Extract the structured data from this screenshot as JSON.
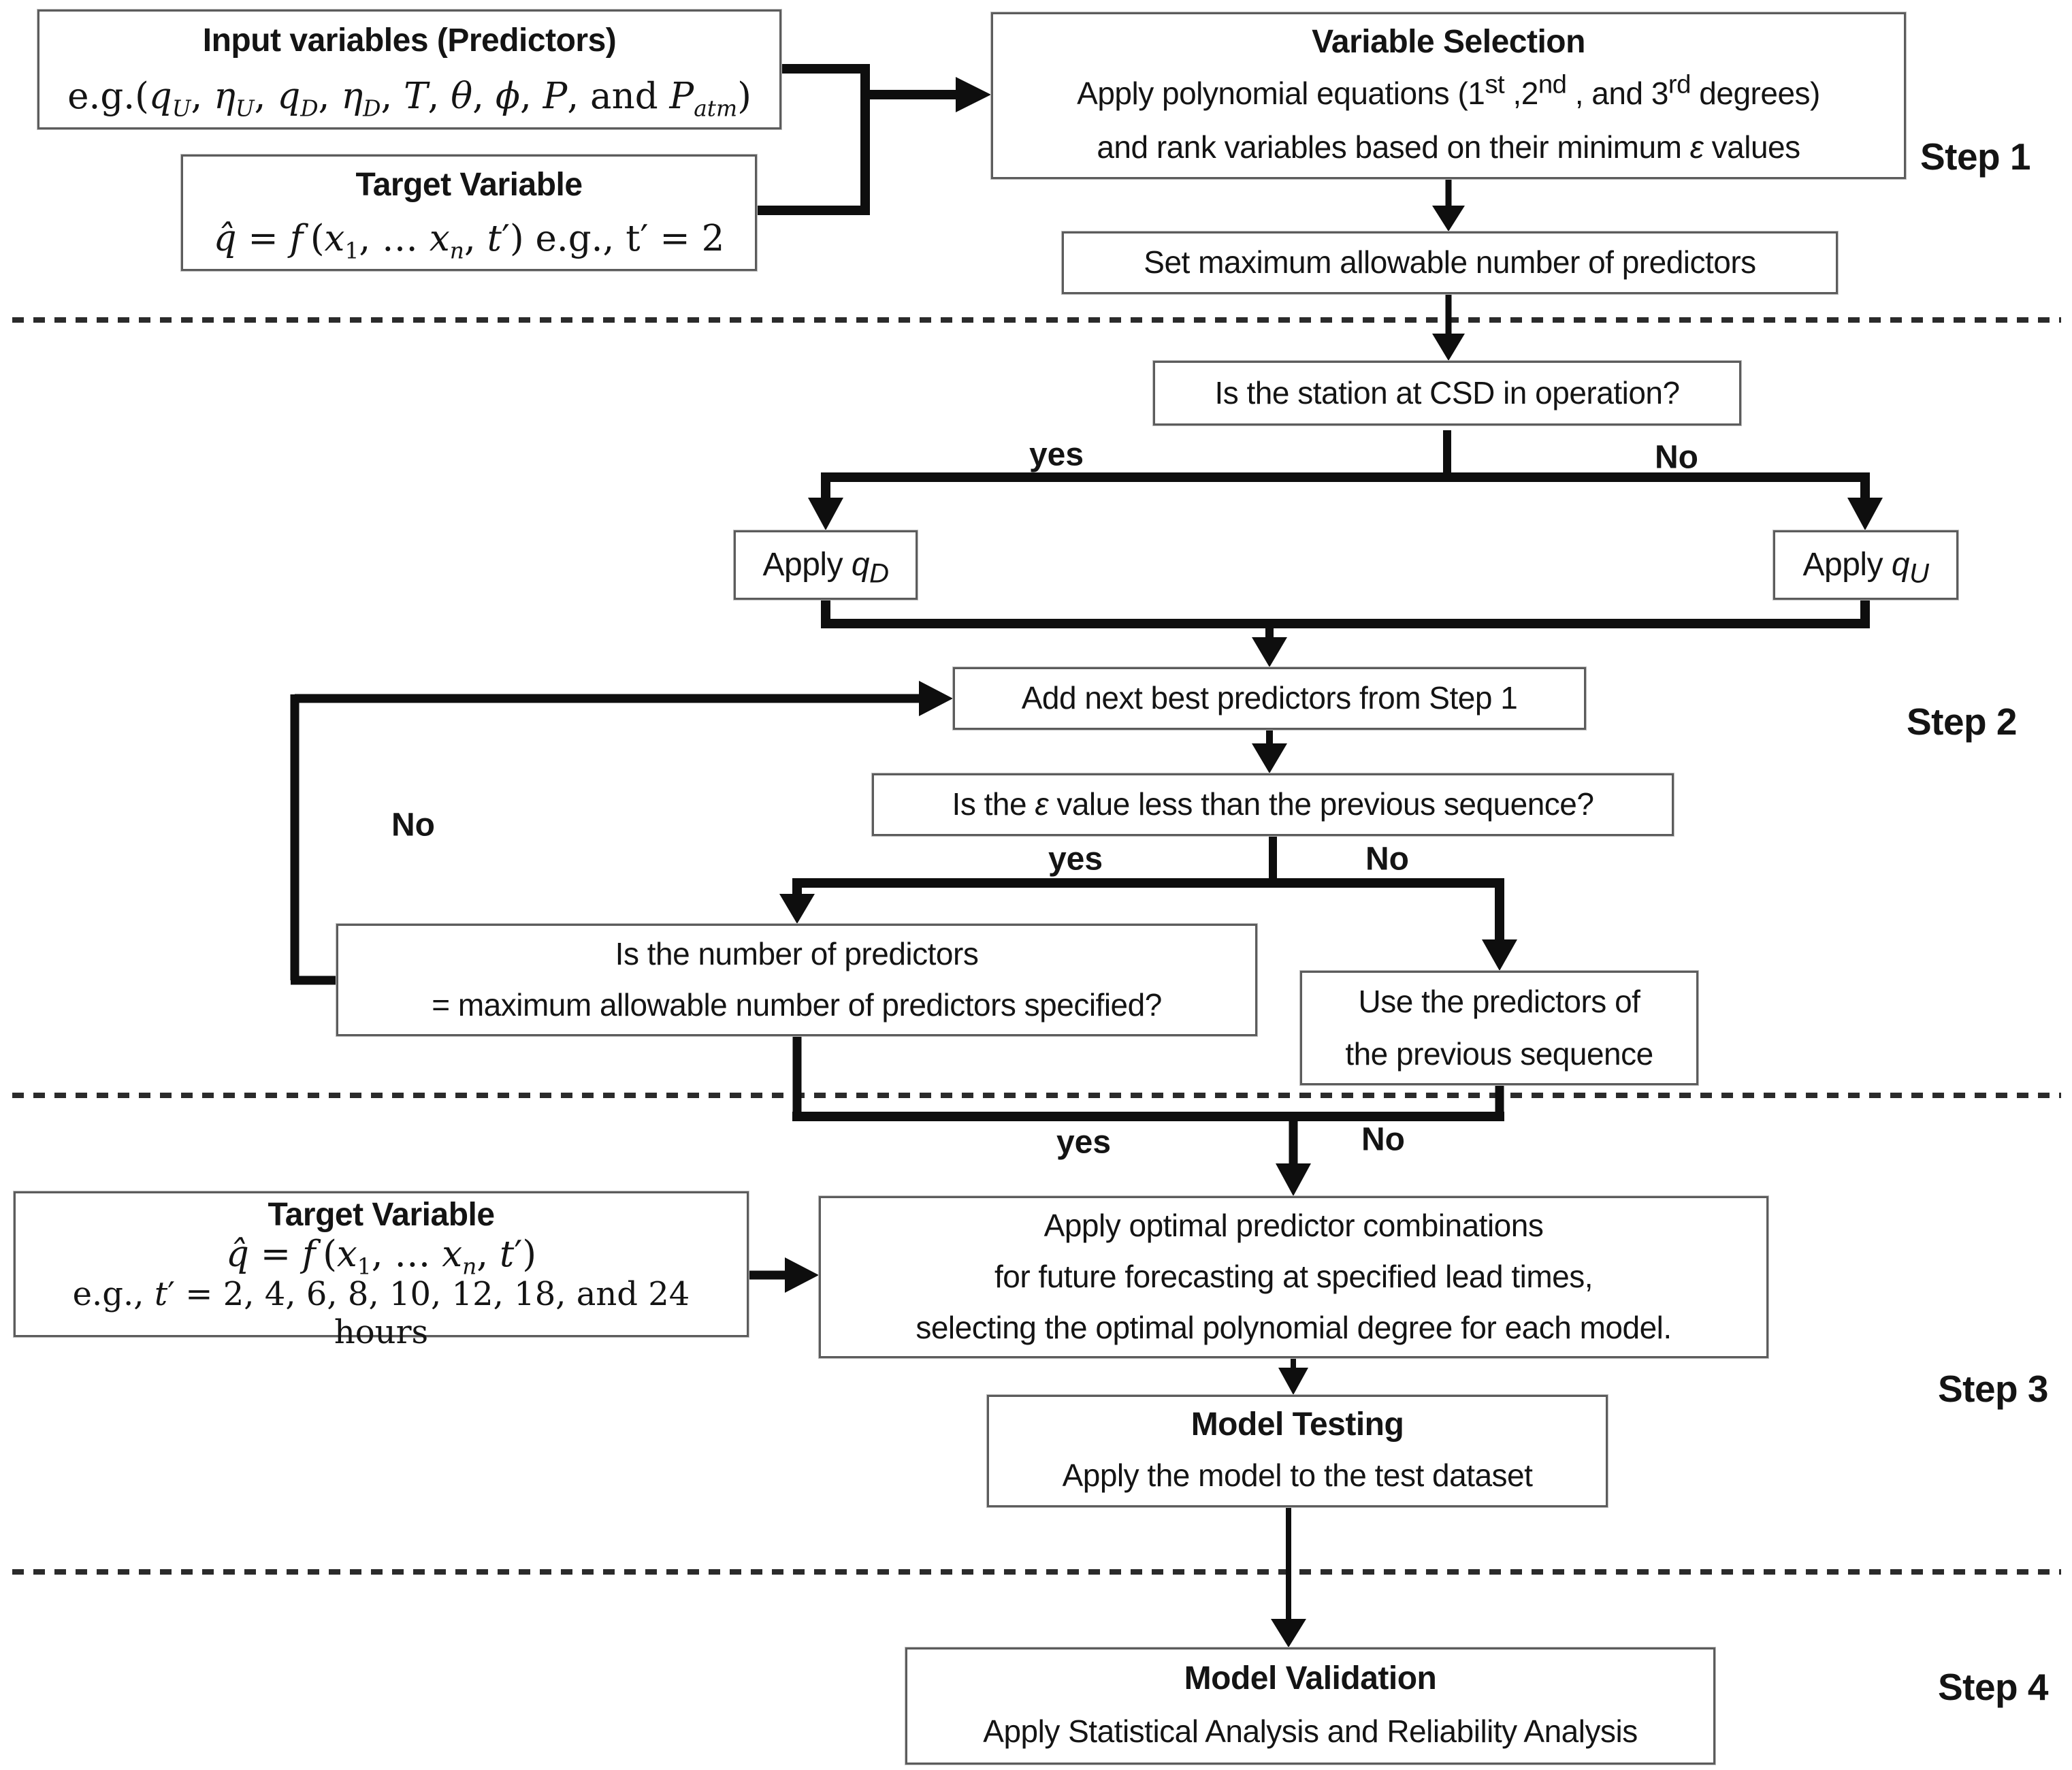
{
  "page": {
    "background": "#ffffff"
  },
  "colors": {
    "line": "#0e0e0e",
    "box_border": "#5c5c5c",
    "text": "#141414",
    "dashed": "#2b2b2b"
  },
  "steps": {
    "step1": "Step 1",
    "step2": "Step 2",
    "step3": "Step 3",
    "step4": "Step 4"
  },
  "branch_labels": {
    "csd_yes": "yes",
    "csd_no": "No",
    "eps_yes": "yes",
    "eps_no": "No",
    "loop_no": "No",
    "merge_yes": "yes",
    "merge_no": "No"
  },
  "nodes": {
    "input_variables": {
      "title": "Input variables (Predictors)",
      "formula_html": "e.g.(<i>q<sub>U</sub></i>, <i>η<sub>U</sub></i>, <i>q<sub>D</sub></i>, <i>η<sub>D</sub></i>, <i>T</i>, <i>θ</i>, <i>ϕ</i>, <i>P</i>, and <i>P<sub>atm</sub></i>)"
    },
    "target_variable_step1": {
      "title": "Target Variable",
      "formula_html": "<i>q̂</i> = <i>f</i> (<i>x</i><sub>1</sub>, … <i>x<sub>n</sub></i>, <i>t</i>′) e.g., t′ = 2"
    },
    "variable_selection": {
      "title": "Variable Selection",
      "line1_html": "Apply polynomial equations (1<sup>st</sup> ,2<sup>nd</sup> , and 3<sup>rd</sup> degrees)",
      "line2_html": "and rank variables based on their minimum <i>ε</i> values"
    },
    "set_max": {
      "text": "Set maximum allowable number of predictors"
    },
    "csd_question": {
      "text": "Is the station at CSD in operation?"
    },
    "apply_qd": {
      "text_html": "Apply <i>q<sub>D</sub></i>"
    },
    "apply_qu": {
      "text_html": "Apply <i>q<sub>U</sub></i>"
    },
    "add_predictors": {
      "text": "Add next best predictors from Step 1"
    },
    "eps_question": {
      "text_html": "Is the <i>ε</i> value less than the previous sequence?"
    },
    "num_predictors_question": {
      "line1": "Is the number of predictors",
      "line2": "= maximum allowable number of predictors specified?"
    },
    "use_previous": {
      "line1": "Use the predictors of",
      "line2": "the previous sequence"
    },
    "target_variable_step3": {
      "title": "Target Variable",
      "formula_html": "<i>q̂</i> = <i>f</i> (<i>x</i><sub>1</sub>, … <i>x<sub>n</sub></i>, <i>t</i>′)",
      "example_html": "e.g., <i>t</i>′ = 2, 4, 6, 8, 10, 12, 18, and 24 hours"
    },
    "apply_optimal": {
      "line1": "Apply optimal predictor combinations",
      "line2": "for future forecasting at specified lead times,",
      "line3": "selecting the optimal polynomial degree for each model."
    },
    "model_testing": {
      "title": "Model Testing",
      "line": "Apply the model to the test dataset"
    },
    "model_validation": {
      "title": "Model Validation",
      "line": "Apply Statistical Analysis and Reliability Analysis"
    }
  }
}
